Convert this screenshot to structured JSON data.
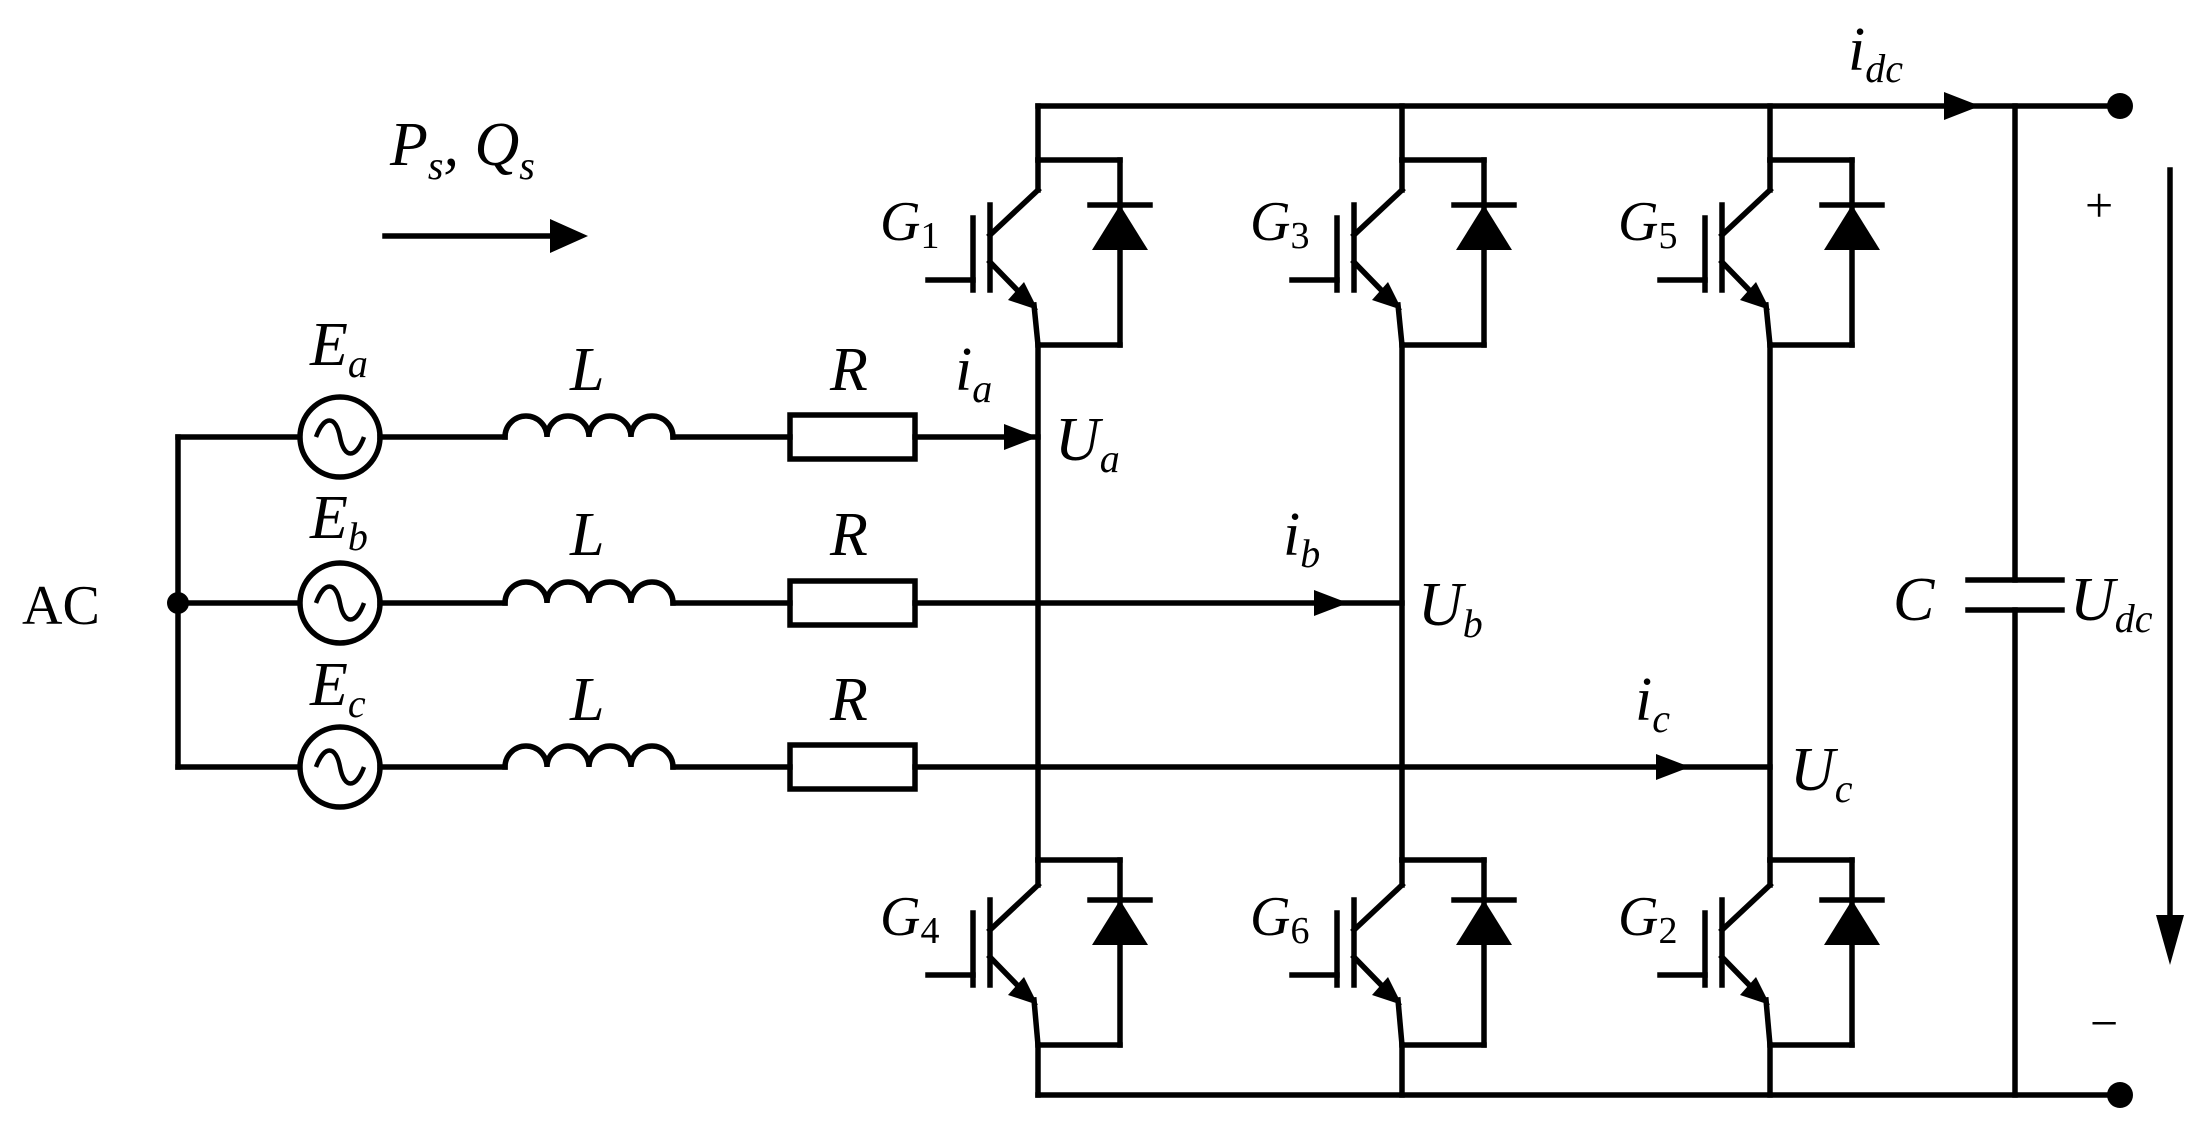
{
  "power_label": {
    "main": "P",
    "sub": "s",
    "sep": ", ",
    "main2": "Q",
    "sub2": "s"
  },
  "ac_label": "AC",
  "sources": [
    {
      "main": "E",
      "sub": "a"
    },
    {
      "main": "E",
      "sub": "b"
    },
    {
      "main": "E",
      "sub": "c"
    }
  ],
  "inductor_label": "L",
  "resistor_label": "R",
  "phase_currents": [
    {
      "main": "i",
      "sub": "a"
    },
    {
      "main": "i",
      "sub": "b"
    },
    {
      "main": "i",
      "sub": "c"
    }
  ],
  "phase_voltages": [
    {
      "main": "U",
      "sub": "a"
    },
    {
      "main": "U",
      "sub": "b"
    },
    {
      "main": "U",
      "sub": "c"
    }
  ],
  "switches_upper": [
    {
      "main": "G",
      "sub": "1"
    },
    {
      "main": "G",
      "sub": "3"
    },
    {
      "main": "G",
      "sub": "5"
    }
  ],
  "switches_lower": [
    {
      "main": "G",
      "sub": "4"
    },
    {
      "main": "G",
      "sub": "6"
    },
    {
      "main": "G",
      "sub": "2"
    }
  ],
  "dc_current": {
    "main": "i",
    "sub": "dc"
  },
  "dc_voltage": {
    "main": "U",
    "sub": "dc"
  },
  "capacitor_label": "C",
  "plus_sign": "+",
  "minus_sign": "−"
}
